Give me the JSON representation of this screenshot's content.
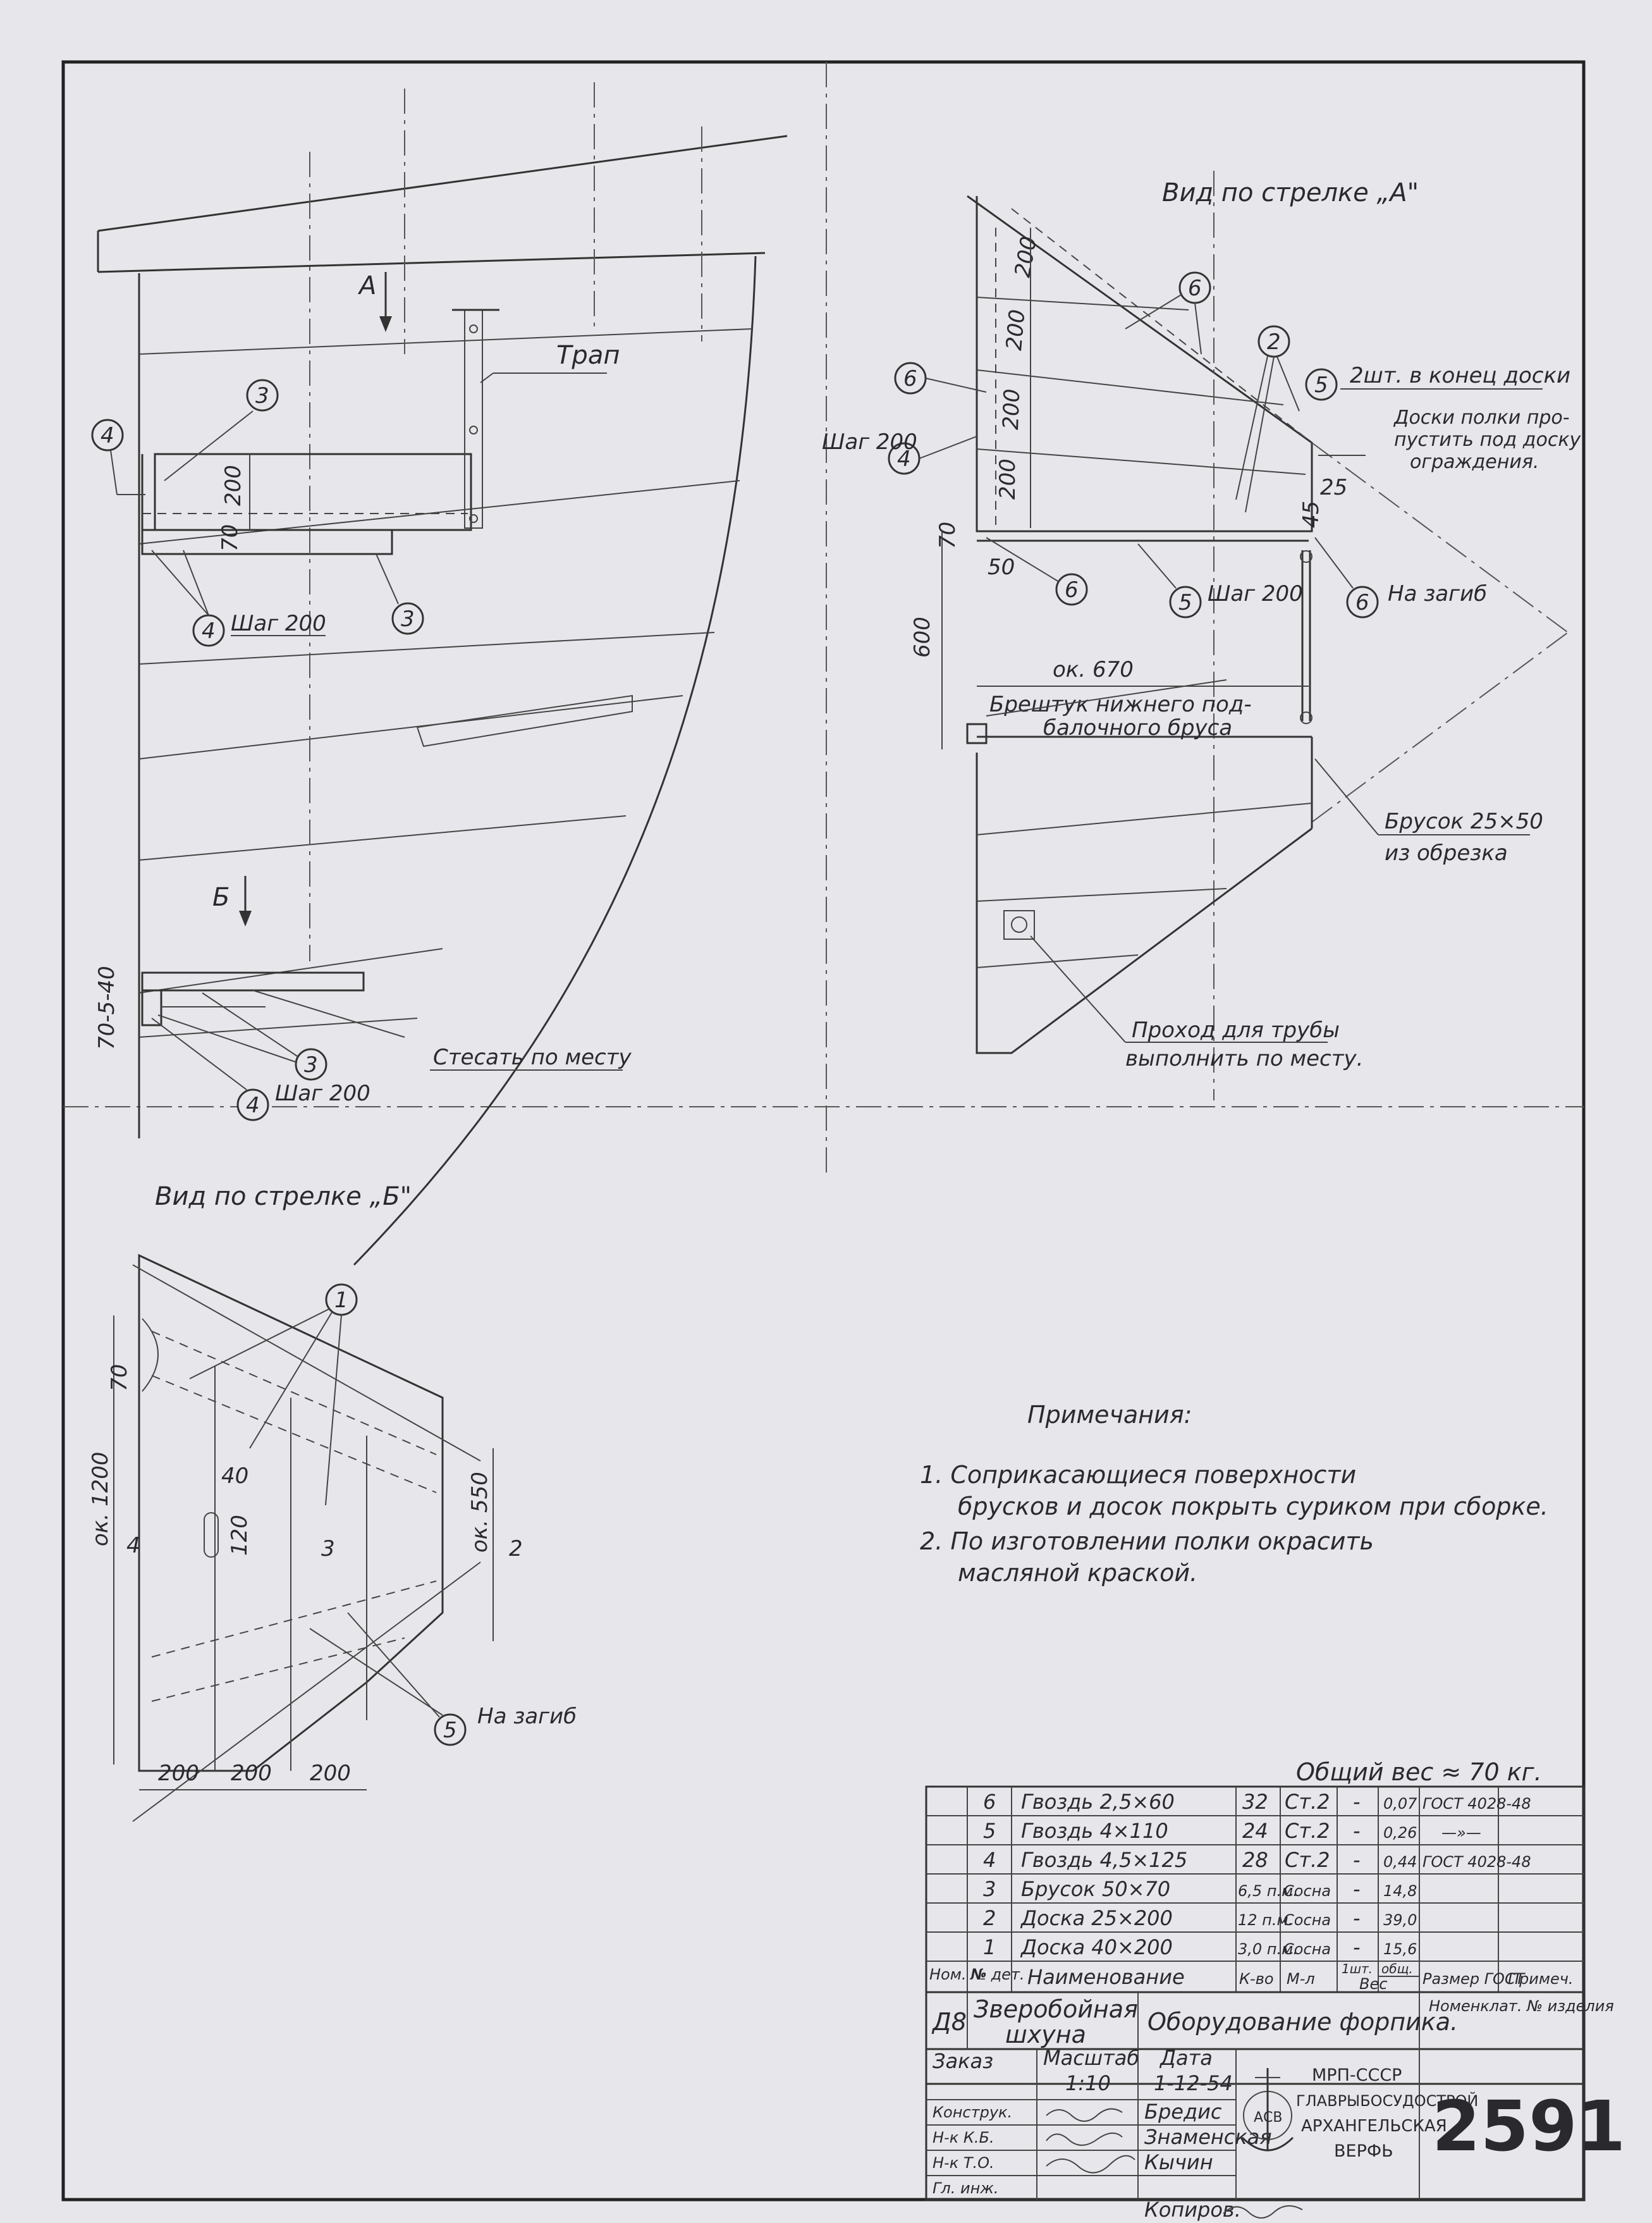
{
  "views": {
    "view_a_title": "Вид по стрелке „А\"",
    "view_b_title": "Вид по стрелке „Б\"",
    "arrow_a": "А",
    "arrow_b": "Б"
  },
  "left_view": {
    "trap": "Трап",
    "step_200_a": "Шаг 200",
    "step_200_b": "Шаг 200",
    "cut_in_place": "Стесать по месту",
    "dim_200": "200",
    "dim_70": "70",
    "dim_70_5_40": "70-5-40",
    "b1": "3",
    "b2": "4",
    "b3": "4",
    "b4": "3",
    "b5": "3",
    "b6": "4"
  },
  "view_a": {
    "shtuk": "2шт. в конец доски",
    "note_boards_1": "Доски полки про-",
    "note_boards_2": "пустить под доску",
    "note_boards_3": "ограждения.",
    "step_200_left": "Шаг 200",
    "step_200_bottom": "Шаг 200",
    "na_zagib": "На загиб",
    "ok670": "ок. 670",
    "breshtuk_1": "Брештук нижнего под-",
    "breshtuk_2": "балочного бруса",
    "brusok_1": "Брусок 25×50",
    "brusok_2": "из обрезка",
    "pipe_1": "Проход для трубы",
    "pipe_2": "выполнить по месту.",
    "d200a": "200",
    "d200b": "200",
    "d200c": "200",
    "d200d": "200",
    "d25": "25",
    "d50": "50",
    "d70": "70",
    "d600": "600",
    "d45": "45",
    "b6a": "6",
    "b2": "2",
    "b5a": "5",
    "b6b": "6",
    "b4": "4",
    "b6c": "6",
    "b5b": "5",
    "b6d": "6"
  },
  "view_b": {
    "ok1200": "ок. 1200",
    "ok550": "ок. 550",
    "d70": "70",
    "d40": "40",
    "d120": "120",
    "d200a": "200",
    "d200b": "200",
    "d200c": "200",
    "na_zagib": "На загиб",
    "l4": "4",
    "l3": "3",
    "l2": "2",
    "b1": "1",
    "b5": "5"
  },
  "notes": {
    "heading": "Примечания:",
    "n1_line1": "1. Соприкасающиеся поверхности",
    "n1_line2": "брусков и досок покрыть суриком при сборке.",
    "n2_line1": "2. По изготовлении полки окрасить",
    "n2_line2": "масляной краской."
  },
  "bom": {
    "total_weight": "Общий вес ≈ 70 кг.",
    "rows": [
      {
        "pos": "6",
        "name": "Гвоздь 2,5×60",
        "qty": "32",
        "mat": "Ст.2",
        "unit": "-",
        "total": "0,07",
        "size": "ГОСТ 4028-48"
      },
      {
        "pos": "5",
        "name": "Гвоздь 4×110",
        "qty": "24",
        "mat": "Ст.2",
        "unit": "-",
        "total": "0,26",
        "size": "—»—"
      },
      {
        "pos": "4",
        "name": "Гвоздь 4,5×125",
        "qty": "28",
        "mat": "Ст.2",
        "unit": "-",
        "total": "0,44",
        "size": "ГОСТ 4028-48"
      },
      {
        "pos": "3",
        "name": "Брусок 50×70",
        "qty": "6,5 п.м.",
        "mat": "Сосна",
        "unit": "-",
        "total": "14,8",
        "size": ""
      },
      {
        "pos": "2",
        "name": "Доска 25×200",
        "qty": "12 п.м.",
        "mat": "Сосна",
        "unit": "-",
        "total": "39,0",
        "size": ""
      },
      {
        "pos": "1",
        "name": "Доска 40×200",
        "qty": "3,0 п.м.",
        "mat": "Сосна",
        "unit": "-",
        "total": "15,6",
        "size": ""
      }
    ],
    "h_nom": "Ном. №",
    "h_det": "№ дет.",
    "h_name": "Наименование",
    "h_qty": "К-во",
    "h_mat": "М-л",
    "h_unit": "1шт.",
    "h_total": "общ.",
    "h_weight": "Вес",
    "h_size": "Размер ГОСТ",
    "h_note": "Примеч."
  },
  "title_block": {
    "code": "Д8",
    "product_1": "Зверобойная",
    "product_2": "шхуна",
    "title": "Оборудование форпика.",
    "nomenclature": "Номенклат. № изделия",
    "order": "Заказ",
    "scale_label": "Масштаб",
    "scale": "1:10",
    "date_label": "Дата",
    "date": "1-12-54",
    "r_konstr": "Конструк.",
    "r_nkb": "Н-к К.Б.",
    "r_nto": "Н-к Т.О.",
    "r_gl": "Гл. инж.",
    "n_konstr": "Бредис",
    "n_nkb": "Знаменская",
    "n_nto": "Кычин",
    "org_1": "МРП-СССР",
    "org_2": "ГЛАВРЫБОСУДОСТРОЙ",
    "org_3": "АРХАНГЕЛЬСКАЯ",
    "org_4": "ВЕРФЬ",
    "logo_text": "АСВ",
    "number": "2591",
    "copied": "Копиров."
  }
}
